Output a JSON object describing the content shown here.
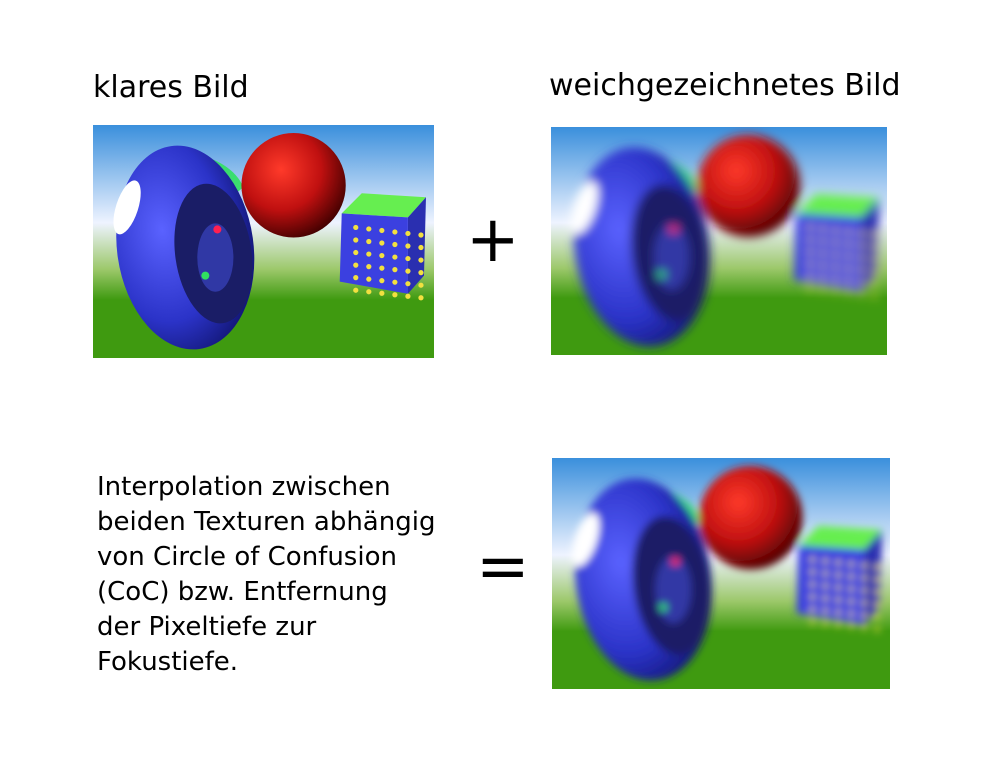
{
  "labels": {
    "sharp": "klares Bild",
    "blurred": "weichgezeichnetes Bild"
  },
  "operators": {
    "plus": "+",
    "equals": "="
  },
  "description": {
    "lines": [
      "Interpolation zwischen",
      "beiden Texturen abhängig",
      "von Circle of Confusion",
      "(CoC) bzw. Entfernung",
      "der Pixeltiefe zur",
      "Fokustiefe."
    ]
  },
  "colors": {
    "sky_top": "#3a8fdc",
    "sky_bottom": "#eef3ff",
    "ground": "#3f9a10",
    "torus": "#2b33c8",
    "sphere": "#c01010",
    "cube": "#3b40e0",
    "dots": "#f2e040",
    "accent_green": "#30e060"
  }
}
